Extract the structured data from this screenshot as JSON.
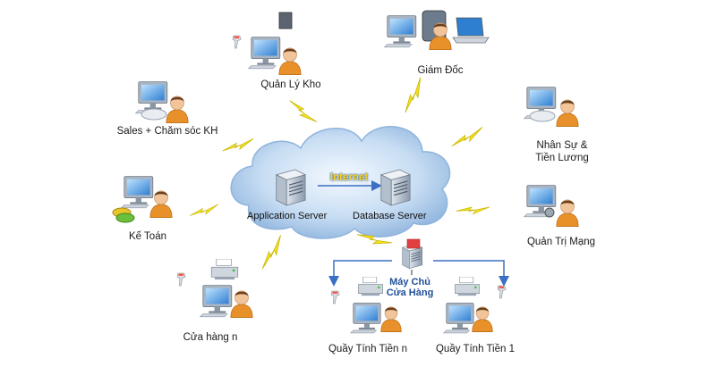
{
  "cloud": {
    "internet_label": "Internet",
    "application_server_label": "Application Server",
    "database_server_label": "Database Server"
  },
  "store_server": {
    "label_line1": "Máy Chủ",
    "label_line2": "Cửa Hàng"
  },
  "nodes": {
    "inventory": "Quản Lý Kho",
    "director": "Giám Đốc",
    "sales": "Sales + Chăm sóc KH",
    "hr": "Nhân Sự & Tiền Lương",
    "accounting": "Kế Toán",
    "network_admin": "Quản Trị Mạng",
    "store_n": "Cửa hàng n",
    "pos_n": "Quầy Tính Tiền n",
    "pos_1": "Quầy Tính Tiền 1"
  },
  "colors": {
    "cloud": "#cfe2f5",
    "cloud_edge": "#9fc0e3",
    "lightning": "#f4e11e",
    "arrow": "#3b6fc4",
    "monitor": "#9aa6b4",
    "person_shirt": "#e8902a"
  }
}
